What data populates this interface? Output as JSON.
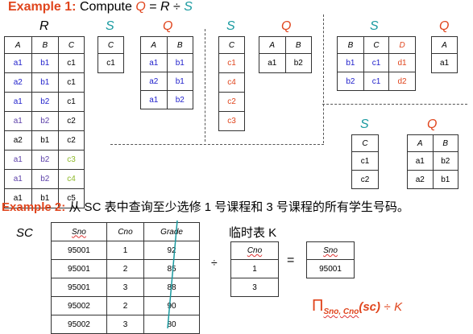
{
  "example1": {
    "label": "Example 1:",
    "compute": "Compute",
    "q": "Q",
    "eq": "=",
    "r": "R",
    "div": "÷",
    "s": "S"
  },
  "tables": {
    "R": {
      "title": "R",
      "headers": [
        "A",
        "B",
        "C"
      ],
      "rows": [
        [
          "a1",
          "b1",
          "c1"
        ],
        [
          "a2",
          "b1",
          "c1"
        ],
        [
          "a1",
          "b2",
          "c1"
        ],
        [
          "a1",
          "b2",
          "c2"
        ],
        [
          "a2",
          "b1",
          "c2"
        ],
        [
          "a1",
          "b2",
          "c3"
        ],
        [
          "a1",
          "b2",
          "c4"
        ],
        [
          "a1",
          "b1",
          "c5"
        ]
      ]
    },
    "S1": {
      "title": "S",
      "headers": [
        "C"
      ],
      "rows": [
        [
          "c1"
        ]
      ]
    },
    "Q1": {
      "title": "Q",
      "headers": [
        "A",
        "B"
      ],
      "rows": [
        [
          "a1",
          "b1"
        ],
        [
          "a2",
          "b1"
        ],
        [
          "a1",
          "b2"
        ]
      ]
    },
    "S2": {
      "title": "S",
      "headers": [
        "C"
      ],
      "rows": [
        [
          "c1"
        ],
        [
          "c4"
        ],
        [
          "c2"
        ],
        [
          "c3"
        ]
      ]
    },
    "Q2": {
      "title": "Q",
      "headers": [
        "A",
        "B"
      ],
      "rows": [
        [
          "a1",
          "b2"
        ]
      ]
    },
    "S3": {
      "title": "S",
      "headers": [
        "B",
        "C",
        "D"
      ],
      "rows": [
        [
          "b1",
          "c1",
          "d1"
        ],
        [
          "b2",
          "c1",
          "d2"
        ]
      ]
    },
    "Q3": {
      "title": "Q",
      "headers": [
        "A"
      ],
      "rows": [
        [
          "a1"
        ]
      ]
    },
    "S4": {
      "title": "S",
      "headers": [
        "C"
      ],
      "rows": [
        [
          "c1"
        ],
        [
          "c2"
        ]
      ]
    },
    "Q4": {
      "title": "Q",
      "headers": [
        "A",
        "B"
      ],
      "rows": [
        [
          "a1",
          "b2"
        ],
        [
          "a2",
          "b1"
        ]
      ]
    }
  },
  "example2": {
    "label": "Example 2:",
    "text": "从 SC 表中查询至少选修 1 号课程和 3 号课程的所有学生号码。",
    "sc_label": "SC",
    "sc": {
      "headers": [
        "Sno",
        "Cno",
        "Grade"
      ],
      "rows": [
        [
          "95001",
          "1",
          "92"
        ],
        [
          "95001",
          "2",
          "85"
        ],
        [
          "95001",
          "3",
          "88"
        ],
        [
          "95002",
          "2",
          "90"
        ],
        [
          "95002",
          "3",
          "80"
        ]
      ]
    },
    "temp_label": "临时表 K",
    "k": {
      "headers": [
        "Cno"
      ],
      "rows": [
        [
          "1"
        ],
        [
          "3"
        ]
      ]
    },
    "div": "÷",
    "eq": "=",
    "result": {
      "headers": [
        "Sno"
      ],
      "rows": [
        [
          "95001"
        ]
      ]
    },
    "formula": {
      "pi": "Π",
      "sub": "Sno, Cno",
      "arg": "(sc)",
      "div": "÷",
      "k": "K"
    }
  }
}
